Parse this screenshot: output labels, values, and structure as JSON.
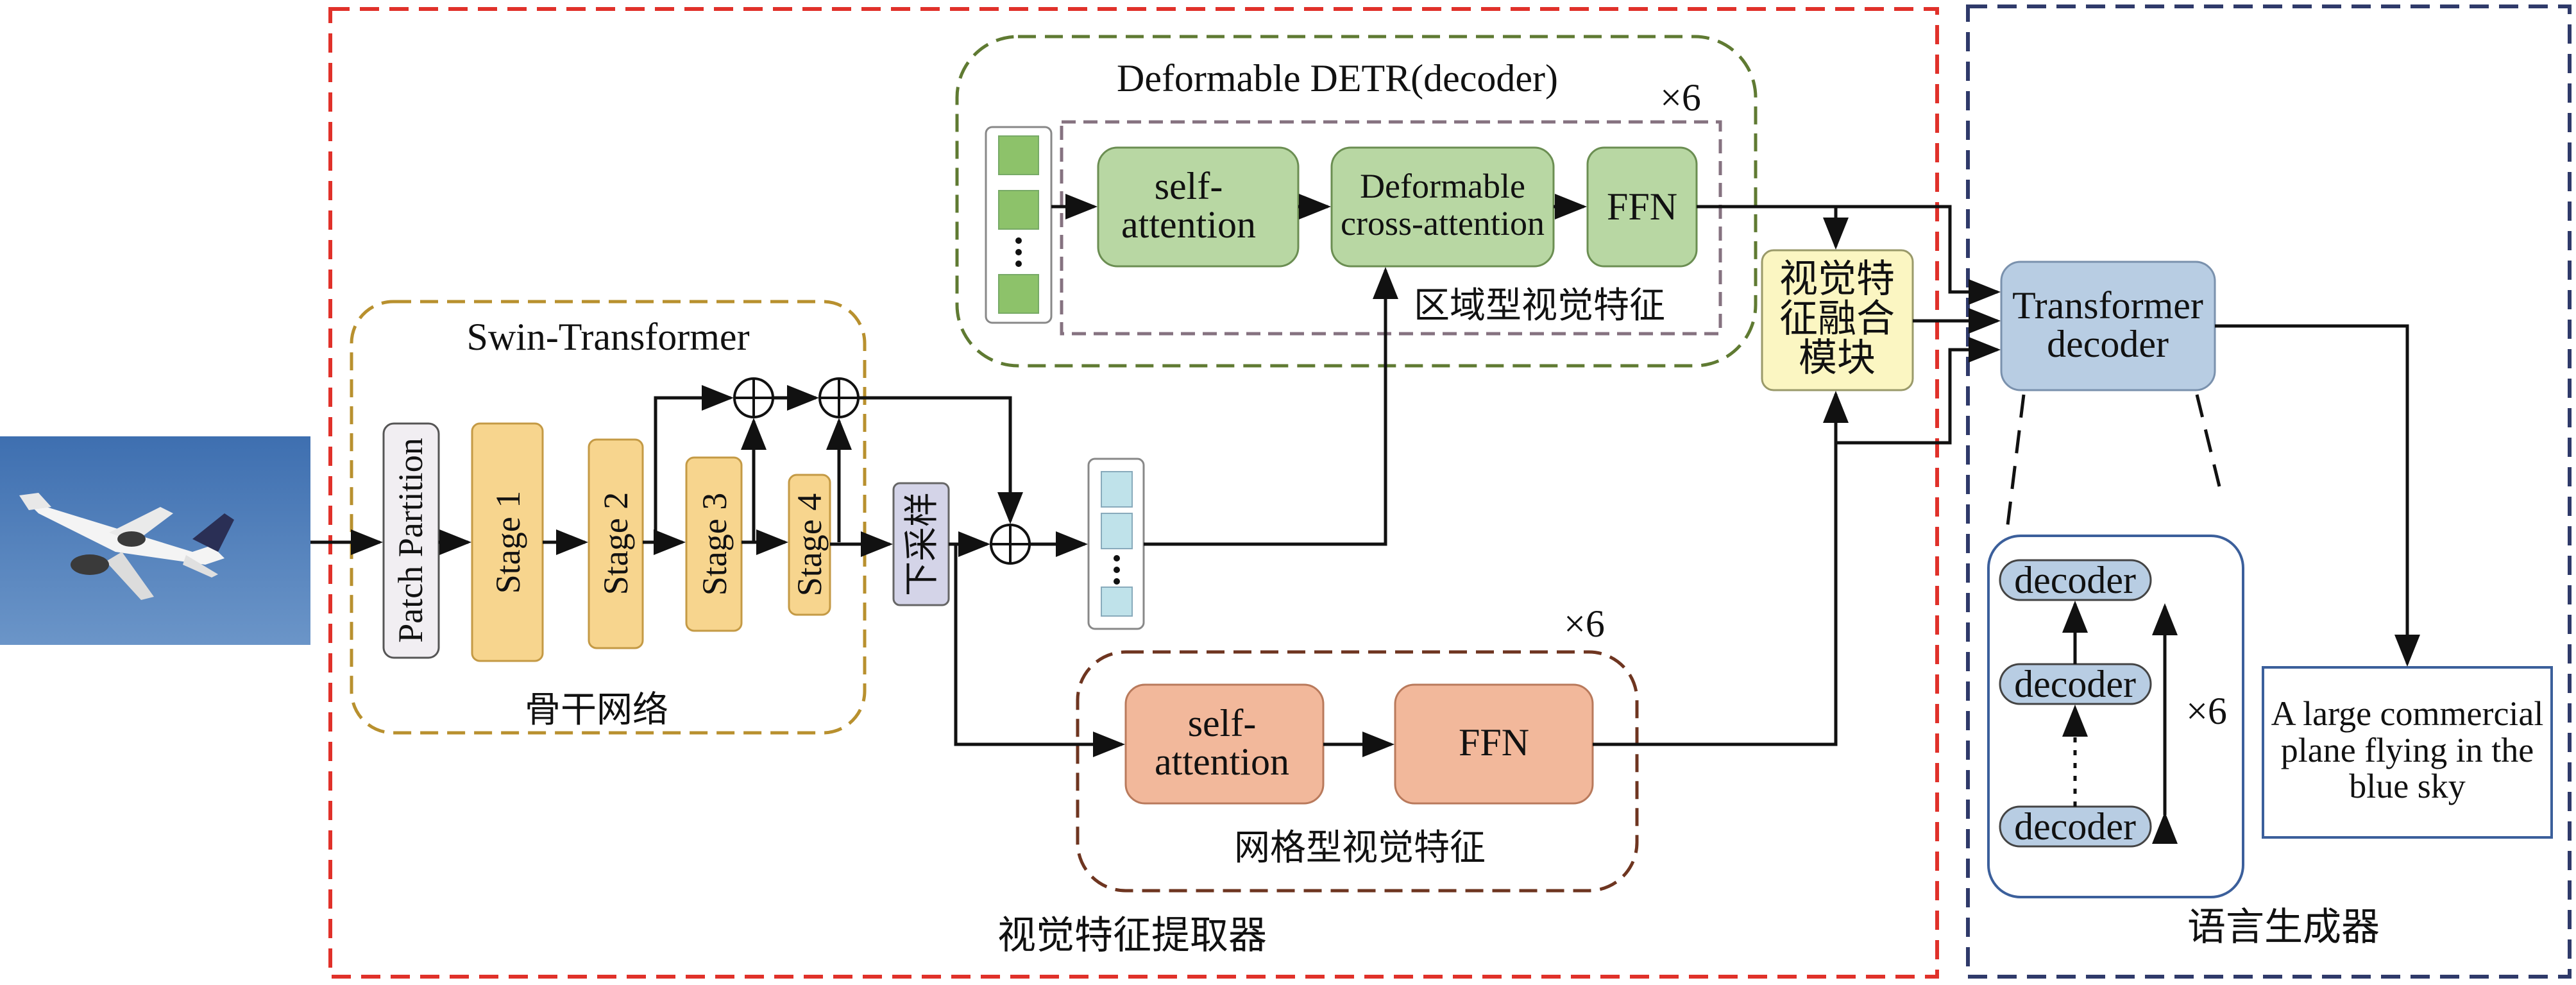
{
  "diagram": {
    "extractor_label": "视觉特征提取器",
    "generator_label": "语言生成器",
    "swin": {
      "title": "Swin-Transformer",
      "caption": "骨干网络",
      "blocks": [
        "Patch Partition",
        "Stage 1",
        "Stage 2",
        "Stage 3",
        "Stage 4"
      ]
    },
    "downsample": "下采样",
    "detr": {
      "title": "Deformable DETR(decoder)",
      "repeat": "×6",
      "self_attention": [
        "self-",
        "attention"
      ],
      "deformable": [
        "Deformable",
        "cross-attention"
      ],
      "ffn": "FFN",
      "caption": "区域型视觉特征"
    },
    "grid": {
      "repeat": "×6",
      "self_attention": [
        "self-",
        "attention"
      ],
      "ffn": "FFN",
      "caption": "网格型视觉特征"
    },
    "fusion": [
      "视觉特",
      "征融合",
      "模块"
    ],
    "transformer_decoder": [
      "Transformer",
      "decoder"
    ],
    "decoder_stack": {
      "items": [
        "decoder",
        "decoder",
        "decoder"
      ],
      "repeat": "×6"
    },
    "output_caption": [
      "A large commercial",
      "plane flying in the",
      "blue sky"
    ],
    "colors": {
      "red_dash": "#e0312a",
      "navy_dash": "#2f3a6a",
      "gold_dash": "#b8902e",
      "olive_dash": "#5f7a32",
      "brown_dash": "#6e3520",
      "grey_dash": "#857280",
      "stage_fill": "#f7d58e",
      "green_fill": "#b8d7a3",
      "salmon_fill": "#f2b89b",
      "yellow_fill": "#fbf6c2",
      "blue_fill": "#b8cde3",
      "lavender_fill": "#d4d4e8",
      "sky": "#4a7ab8"
    }
  }
}
